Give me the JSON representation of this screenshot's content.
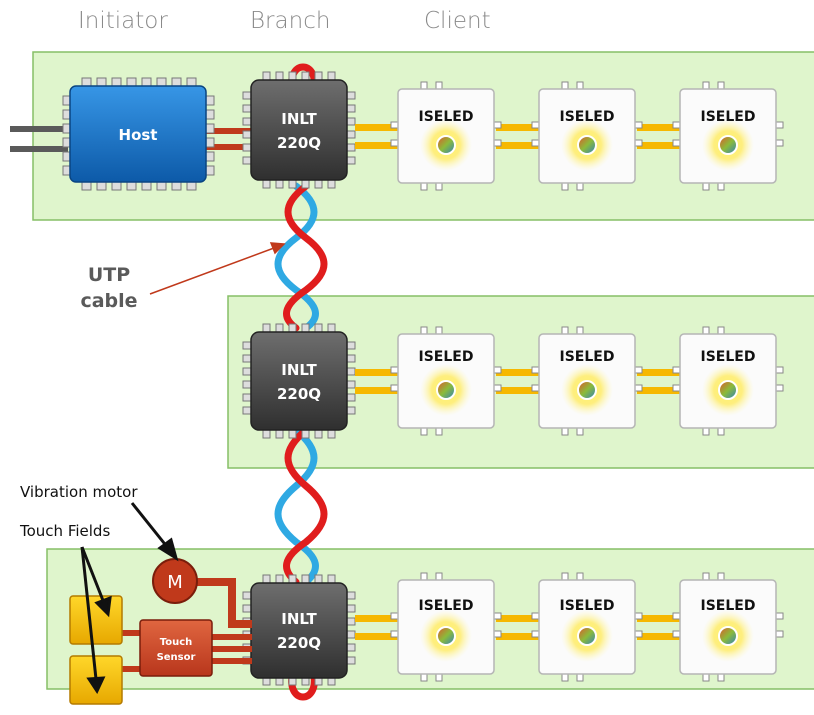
{
  "headers": {
    "initiator": "Initiator",
    "branch": "Branch",
    "client": "Client"
  },
  "host_label": "Host",
  "chip": {
    "line1": "INLT",
    "line2": "220Q"
  },
  "led_label": "ISELED",
  "utp": {
    "line1": "UTP",
    "line2": "cable"
  },
  "vibration_label": "Vibration motor",
  "touch_fields_label": "Touch Fields",
  "motor_label": "M",
  "touch_sensor": {
    "line1": "Touch",
    "line2": "Sensor"
  },
  "colors": {
    "board": "#dff5cc",
    "board_border": "#86bf67",
    "chip": "#4d4d4d",
    "host": "#1d73c7",
    "cable_red": "#e01d1d",
    "cable_blue": "#2fa9e3",
    "trace": "#f6b800",
    "wire_red": "#c0391b",
    "pad": "#f2c400",
    "sensor": "#cf4a2c"
  }
}
